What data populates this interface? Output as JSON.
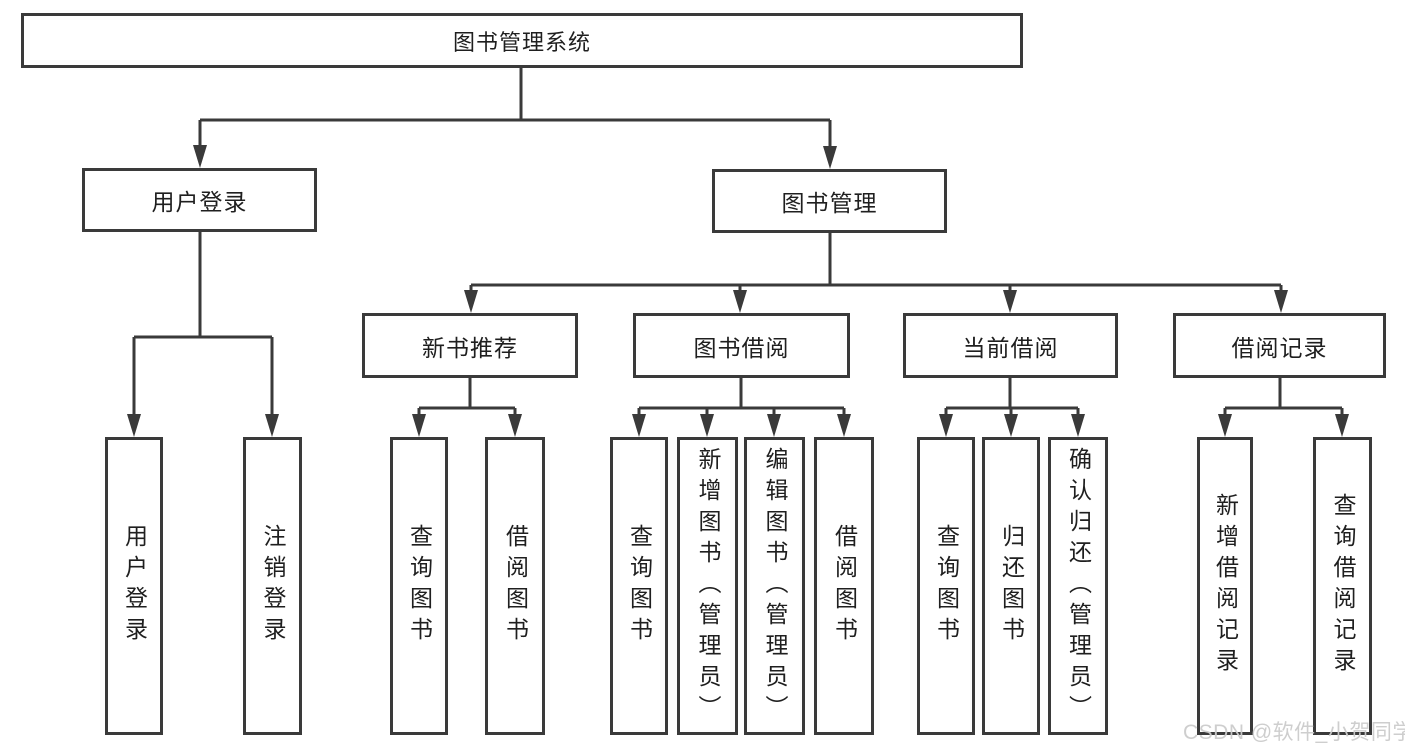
{
  "colors": {
    "line": "#3a3a3a",
    "text": "#1f1f1f",
    "background": "#ffffff",
    "watermark": "#cccccc"
  },
  "tree": {
    "root": {
      "label": "图书管理系统"
    },
    "branches": [
      {
        "label": "用户登录",
        "children": [
          {
            "label": "用户登录"
          },
          {
            "label": "注销登录"
          }
        ]
      },
      {
        "label": "图书管理",
        "children": [
          {
            "label": "新书推荐",
            "children": [
              {
                "label": "查询图书"
              },
              {
                "label": "借阅图书"
              }
            ]
          },
          {
            "label": "图书借阅",
            "children": [
              {
                "label": "查询图书"
              },
              {
                "label": "新增图书（管理员）"
              },
              {
                "label": "编辑图书（管理员）"
              },
              {
                "label": "借阅图书"
              }
            ]
          },
          {
            "label": "当前借阅",
            "children": [
              {
                "label": "查询图书"
              },
              {
                "label": "归还图书"
              },
              {
                "label": "确认归还（管理员）"
              }
            ]
          },
          {
            "label": "借阅记录",
            "children": [
              {
                "label": "新增借阅记录"
              },
              {
                "label": "查询借阅记录"
              }
            ]
          }
        ]
      }
    ]
  },
  "watermark": {
    "text": "CSDN @软件_小贺同学"
  }
}
